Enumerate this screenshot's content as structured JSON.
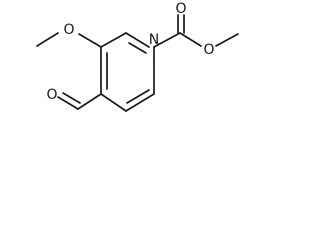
{
  "atom_labels": {
    "ring_nitrogen": "N",
    "methoxy_oxygen": "O",
    "aldehyde_oxygen": "O",
    "ester_carbonyl_oxygen": "O",
    "ester_ether_oxygen": "O"
  },
  "colors": {
    "ink": "#1a1a1a",
    "background": "#ffffff"
  }
}
